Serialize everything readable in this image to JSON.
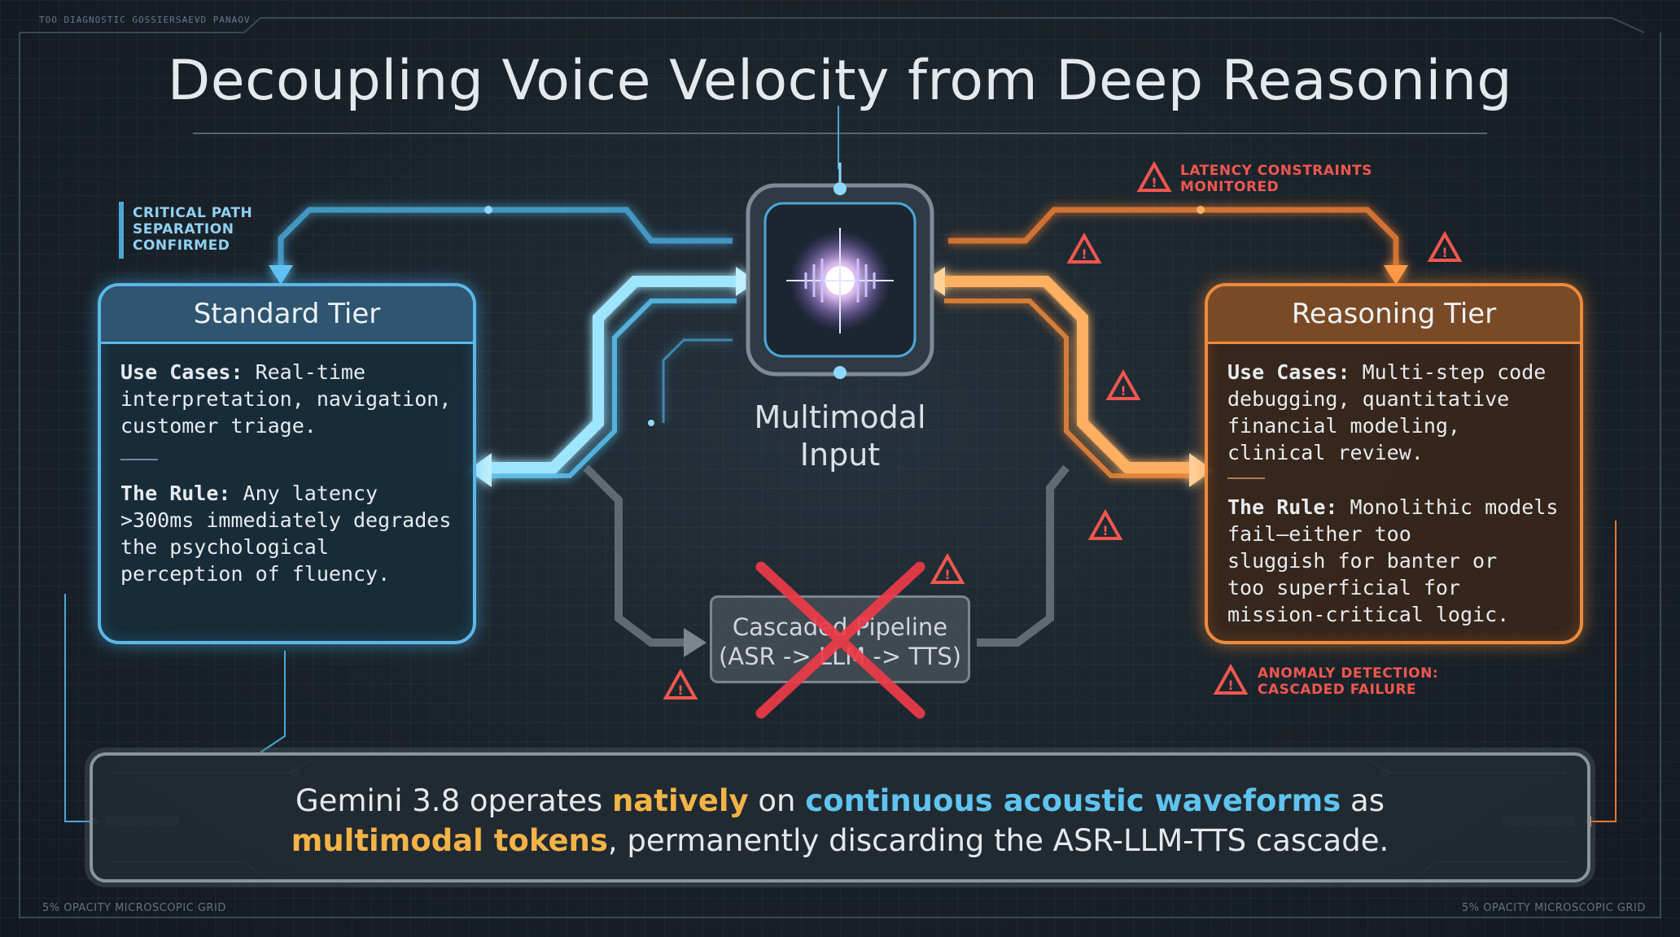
{
  "title": "Decoupling Voice Velocity from Deep Reasoning",
  "corner_labels": {
    "top_left": "TOO DIAGNOSTIC GOSSIER",
    "top_left_2": "SAEVD PANAOV",
    "bottom_left": "5% OPACITY MICROSCOPIC GRID",
    "bottom_right": "5% OPACITY MICROSCOPIC GRID"
  },
  "side_labels": {
    "critical_path": [
      "CRITICAL PATH",
      "SEPARATION",
      "CONFIRMED"
    ],
    "latency": [
      "LATENCY CONSTRAINTS",
      "MONITORED"
    ],
    "anomaly": [
      "ANOMALY DETECTION:",
      "CASCADED FAILURE"
    ]
  },
  "standard_tier": {
    "title": "Standard Tier",
    "use_cases_label": "Use Cases:",
    "use_cases_lines": [
      " Real-time",
      "interpretation, navigation,",
      "customer triage."
    ],
    "rule_label": "The Rule:",
    "rule_lines": [
      " Any latency",
      ">300ms immediately degrades",
      "the psychological",
      "perception of fluency."
    ]
  },
  "reasoning_tier": {
    "title": "Reasoning Tier",
    "use_cases_label": "Use Cases:",
    "use_cases_lines": [
      " Multi-step code",
      "debugging, quantitative",
      "financial modeling,",
      "clinical review."
    ],
    "rule_label": "The Rule:",
    "rule_lines": [
      " Monolithic models",
      "fail—either too",
      "sluggish for banter or",
      "too superficial for",
      "mission-critical logic."
    ]
  },
  "center": {
    "label_line1": "Multimodal",
    "label_line2": "Input"
  },
  "cascade": {
    "line1": "Cascaded Pipeline",
    "line2": "(ASR -> LLM -> TTS)"
  },
  "banner": {
    "p1": "Gemini 3.8 operates ",
    "p2": "natively",
    "p3": " on ",
    "p4": "continuous acoustic waveforms",
    "p5": " as",
    "p6": "multimodal tokens",
    "p7": ", permanently discarding the ASR-LLM-TTS cascade."
  },
  "colors": {
    "blue_accent": "#5cb8e6",
    "orange_accent": "#ee8a3c",
    "warning_red": "#f0574f",
    "highlight_yellow": "#f2b347",
    "highlight_cyan": "#5ec4ef"
  }
}
